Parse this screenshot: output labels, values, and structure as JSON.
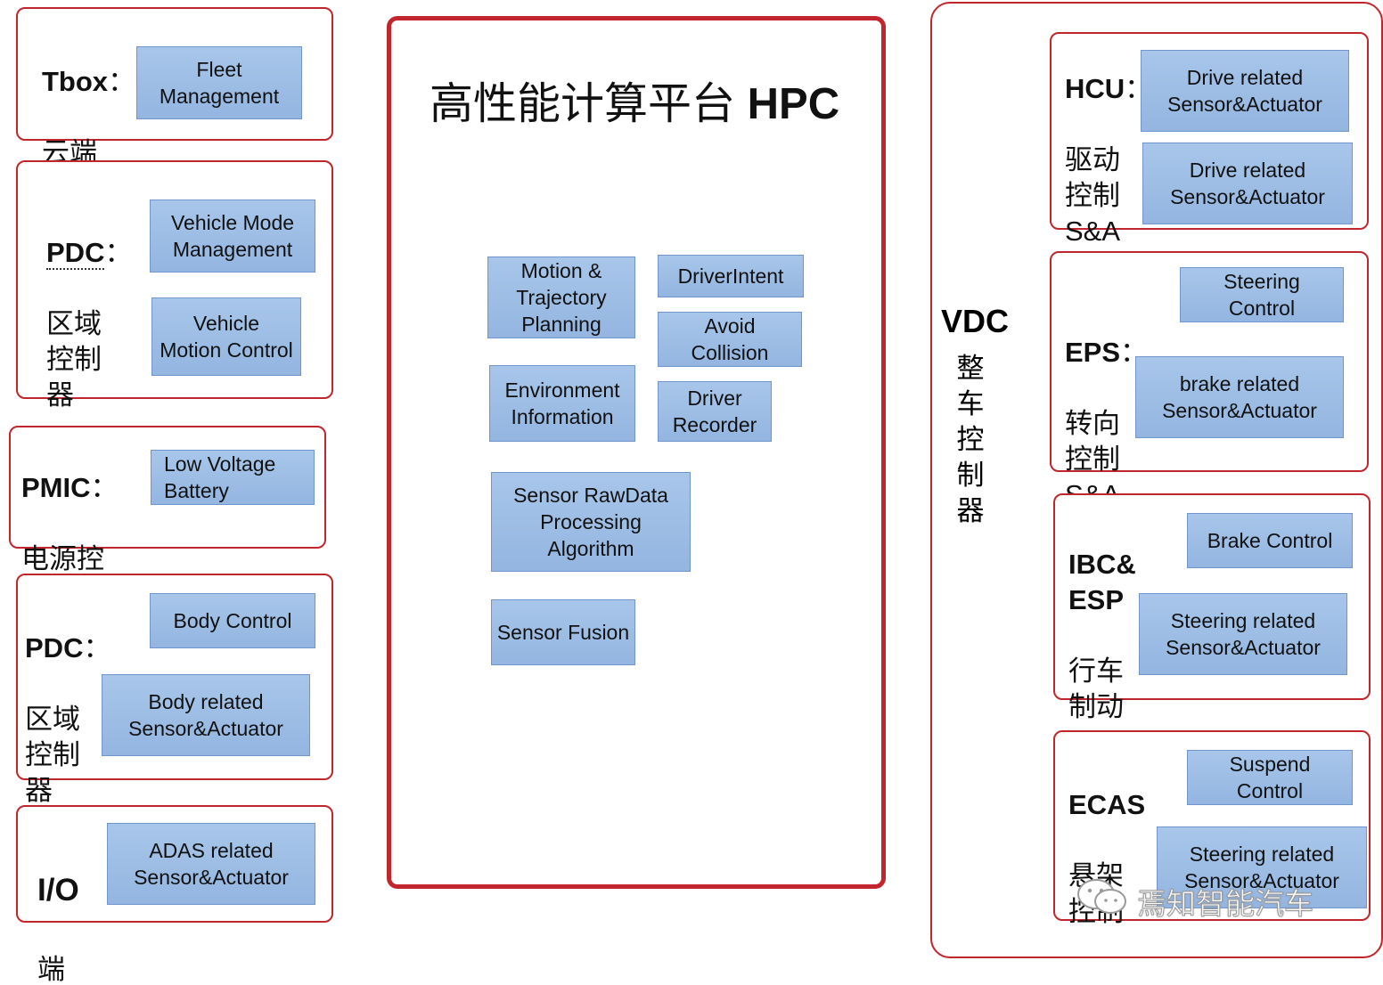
{
  "left": {
    "tbox": {
      "name": "Tbox",
      "colon": "：",
      "sub": "云端\n控制",
      "boxes": [
        "Fleet\nManagement"
      ]
    },
    "pdc1": {
      "name": "PDC",
      "colon": "：",
      "sub": "区域\n控制\n器",
      "boxes": [
        "Vehicle Mode\nManagement",
        "Vehicle\nMotion Control"
      ]
    },
    "pmic": {
      "name": "PMIC",
      "colon": "：",
      "sub": "电源控\n制",
      "boxes": [
        "Low Voltage\nBattery"
      ]
    },
    "pdc2": {
      "name": "PDC",
      "colon": "：",
      "sub": "区域\n控制\n器",
      "boxes": [
        "Body Control",
        "Body related\nSensor&Actuator"
      ]
    },
    "io": {
      "name": "I/O",
      "sub": "端",
      "boxes": [
        "ADAS related\nSensor&Actuator"
      ]
    }
  },
  "hpc": {
    "title_cn": "高性能计算平台",
    "title_en": "HPC",
    "boxes": {
      "motion": "Motion &\nTrajectory\nPlanning",
      "driver_intent": "DriverIntent",
      "avoid": "Avoid\nCollision",
      "env": "Environment\nInformation",
      "recorder": "Driver\nRecorder",
      "rawdata": "Sensor RawData\nProcessing\nAlgorithm",
      "fusion": "Sensor Fusion"
    }
  },
  "vdc": {
    "name": "VDC",
    "sub": [
      "整",
      "车",
      "控",
      "制",
      "器"
    ],
    "hcu": {
      "name": "HCU",
      "colon": "：",
      "sub": "驱动\n控制\nS&A",
      "boxes": [
        "Drive related\nSensor&Actuator",
        "Drive related\nSensor&Actuator"
      ]
    },
    "eps": {
      "name": "EPS",
      "colon": "：",
      "sub": "转向\n控制\nS&A",
      "boxes": [
        "Steering\nControl",
        "brake related\nSensor&Actuator"
      ]
    },
    "ibc": {
      "name": "IBC&\nESP",
      "sub": "行车\n制动\nS&A",
      "boxes": [
        "Brake Control",
        "Steering related\nSensor&Actuator"
      ]
    },
    "ecas": {
      "name": "ECAS",
      "sub": "悬架\n控制",
      "boxes": [
        "Suspend\nControl",
        "Steering related\nSensor&Actuator"
      ]
    }
  },
  "watermark": {
    "text": "焉知智能汽车",
    "icon": "wechat-icon"
  },
  "colors": {
    "group_border": "#c0262c",
    "box_fill": "#9dbde5",
    "box_border": "#6f97cd"
  }
}
